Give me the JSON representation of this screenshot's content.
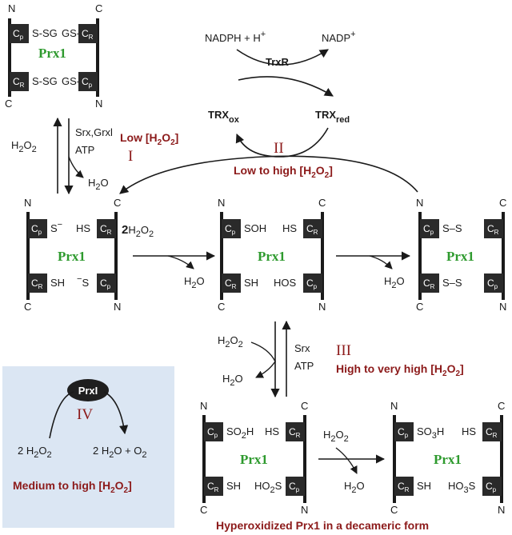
{
  "prx": {
    "name": "Prx1",
    "cp": "C",
    "cp_sub": "p",
    "cr": "C",
    "cr_sub": "R",
    "n": "N",
    "c": "C"
  },
  "top_complex": {
    "s_sg": "S-SG",
    "gs_s": "GS-S"
  },
  "reduced_complex": {
    "thiolate": "S",
    "thiolate_charge": "−",
    "hs": "HS",
    "sh": "SH",
    "s_minus_charge": "−",
    "s_minus": "S"
  },
  "sulfenic_complex": {
    "soh": "SOH",
    "hs": "HS",
    "sh": "SH",
    "hos": "HOS"
  },
  "disulfide_complex": {
    "s_s": "S–S"
  },
  "sulfinic_complex": {
    "so": "SO",
    "sub_2": "2",
    "h": "H",
    "hs": "HS",
    "sh": "SH",
    "ho": "HO",
    "s": "S"
  },
  "sulfonic_complex": {
    "so": "SO",
    "sub_3": "3",
    "h": "H",
    "hs": "HS",
    "sh": "SH",
    "ho": "HO",
    "s": "S"
  },
  "trx_cycle": {
    "nadph": "NADPH + H",
    "nadph_sup": "+",
    "nadp": "NADP",
    "nadp_sup": "+",
    "trxr": "TrxR",
    "trx": "TRX",
    "ox_sub": "ox",
    "red_sub": "red",
    "roman": "II",
    "condition": "Low to high [H",
    "condition_sub": "2",
    "condition_end": "O",
    "condition_sub2": "2",
    "condition_close": "]"
  },
  "pathway_I": {
    "h2o2_h": "H",
    "h2o2_o": "O",
    "sub": "2",
    "srx_grxl": "Srx,Grxl",
    "atp": "ATP",
    "h2o_h": "H",
    "h2o_o": "O",
    "condition": "Low [H",
    "condition_end": "O",
    "condition_close": "]",
    "roman": "I"
  },
  "step_oxidation": {
    "coef": "2",
    "h2o2_h": "H",
    "h2o2_o": "O",
    "sub": "2",
    "h2o_h": "H",
    "h2o_o": "O"
  },
  "step_disulfide": {
    "h2o_h": "H",
    "h2o_o": "O",
    "sub": "2"
  },
  "pathway_III": {
    "h2o2_h": "H",
    "h2o2_o": "O",
    "sub": "2",
    "h2o_h": "H",
    "h2o_o": "O",
    "srx": "Srx",
    "atp": "ATP",
    "roman": "III",
    "condition": "High to very high [H",
    "condition_end": "O",
    "condition_close": "]"
  },
  "step_overoxidation": {
    "h2o2_h": "H",
    "h2o2_o": "O",
    "sub": "2",
    "h2o_h": "H",
    "h2o_o": "O"
  },
  "pathway_IV": {
    "enzyme": "PrxI",
    "roman": "IV",
    "lhs": "2 H",
    "lhs_o": "O",
    "rhs": "2 H",
    "rhs_o": "O + O",
    "sub": "2",
    "condition": "Medium to high [H",
    "condition_end": "O",
    "condition_close": "]"
  },
  "footer": {
    "caption": "Hyperoxidized Prx1 in a decameric form"
  },
  "colors": {
    "box": "#2a2a2a",
    "prx_label": "#2e9a2e",
    "condition_text": "#8c1a1a",
    "panel_bg": "#dbe6f3",
    "enzyme_ellipse": "#1f1f1f"
  }
}
